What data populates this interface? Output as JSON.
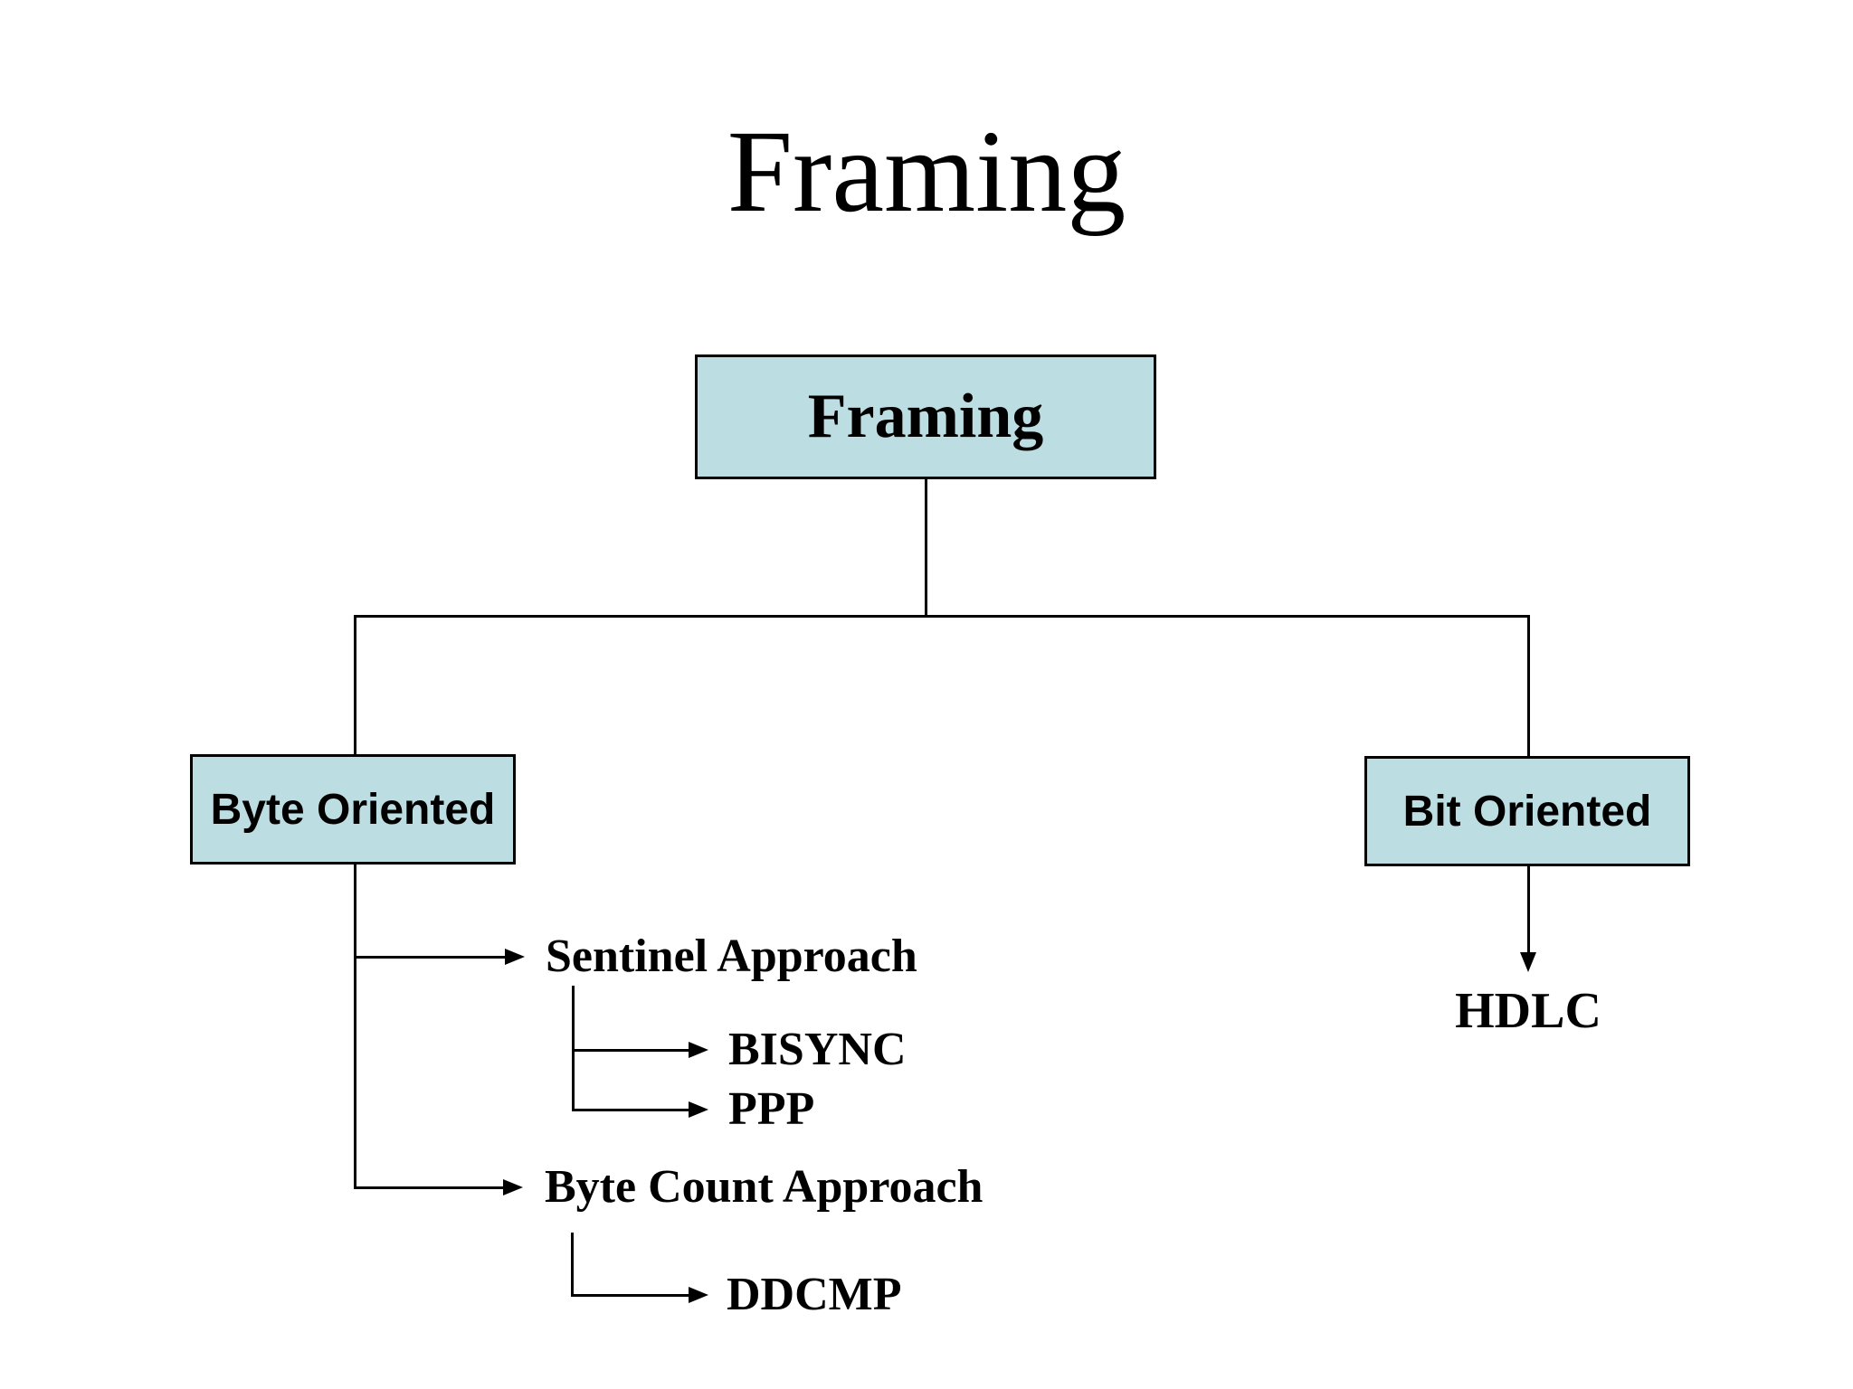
{
  "slide": {
    "title": "Framing"
  },
  "colors": {
    "background": "#ffffff",
    "box_fill": "#bcdde2",
    "box_border": "#000000",
    "line": "#000000",
    "text": "#000000"
  },
  "diagram": {
    "root": {
      "label": "Framing"
    },
    "branches": [
      {
        "label": "Byte Oriented",
        "children": [
          {
            "label": "Sentinel Approach",
            "children": [
              {
                "label": "BISYNC"
              },
              {
                "label": "PPP"
              }
            ]
          },
          {
            "label": "Byte Count Approach",
            "children": [
              {
                "label": "DDCMP"
              }
            ]
          }
        ]
      },
      {
        "label": "Bit Oriented",
        "children": [
          {
            "label": "HDLC"
          }
        ]
      }
    ]
  }
}
